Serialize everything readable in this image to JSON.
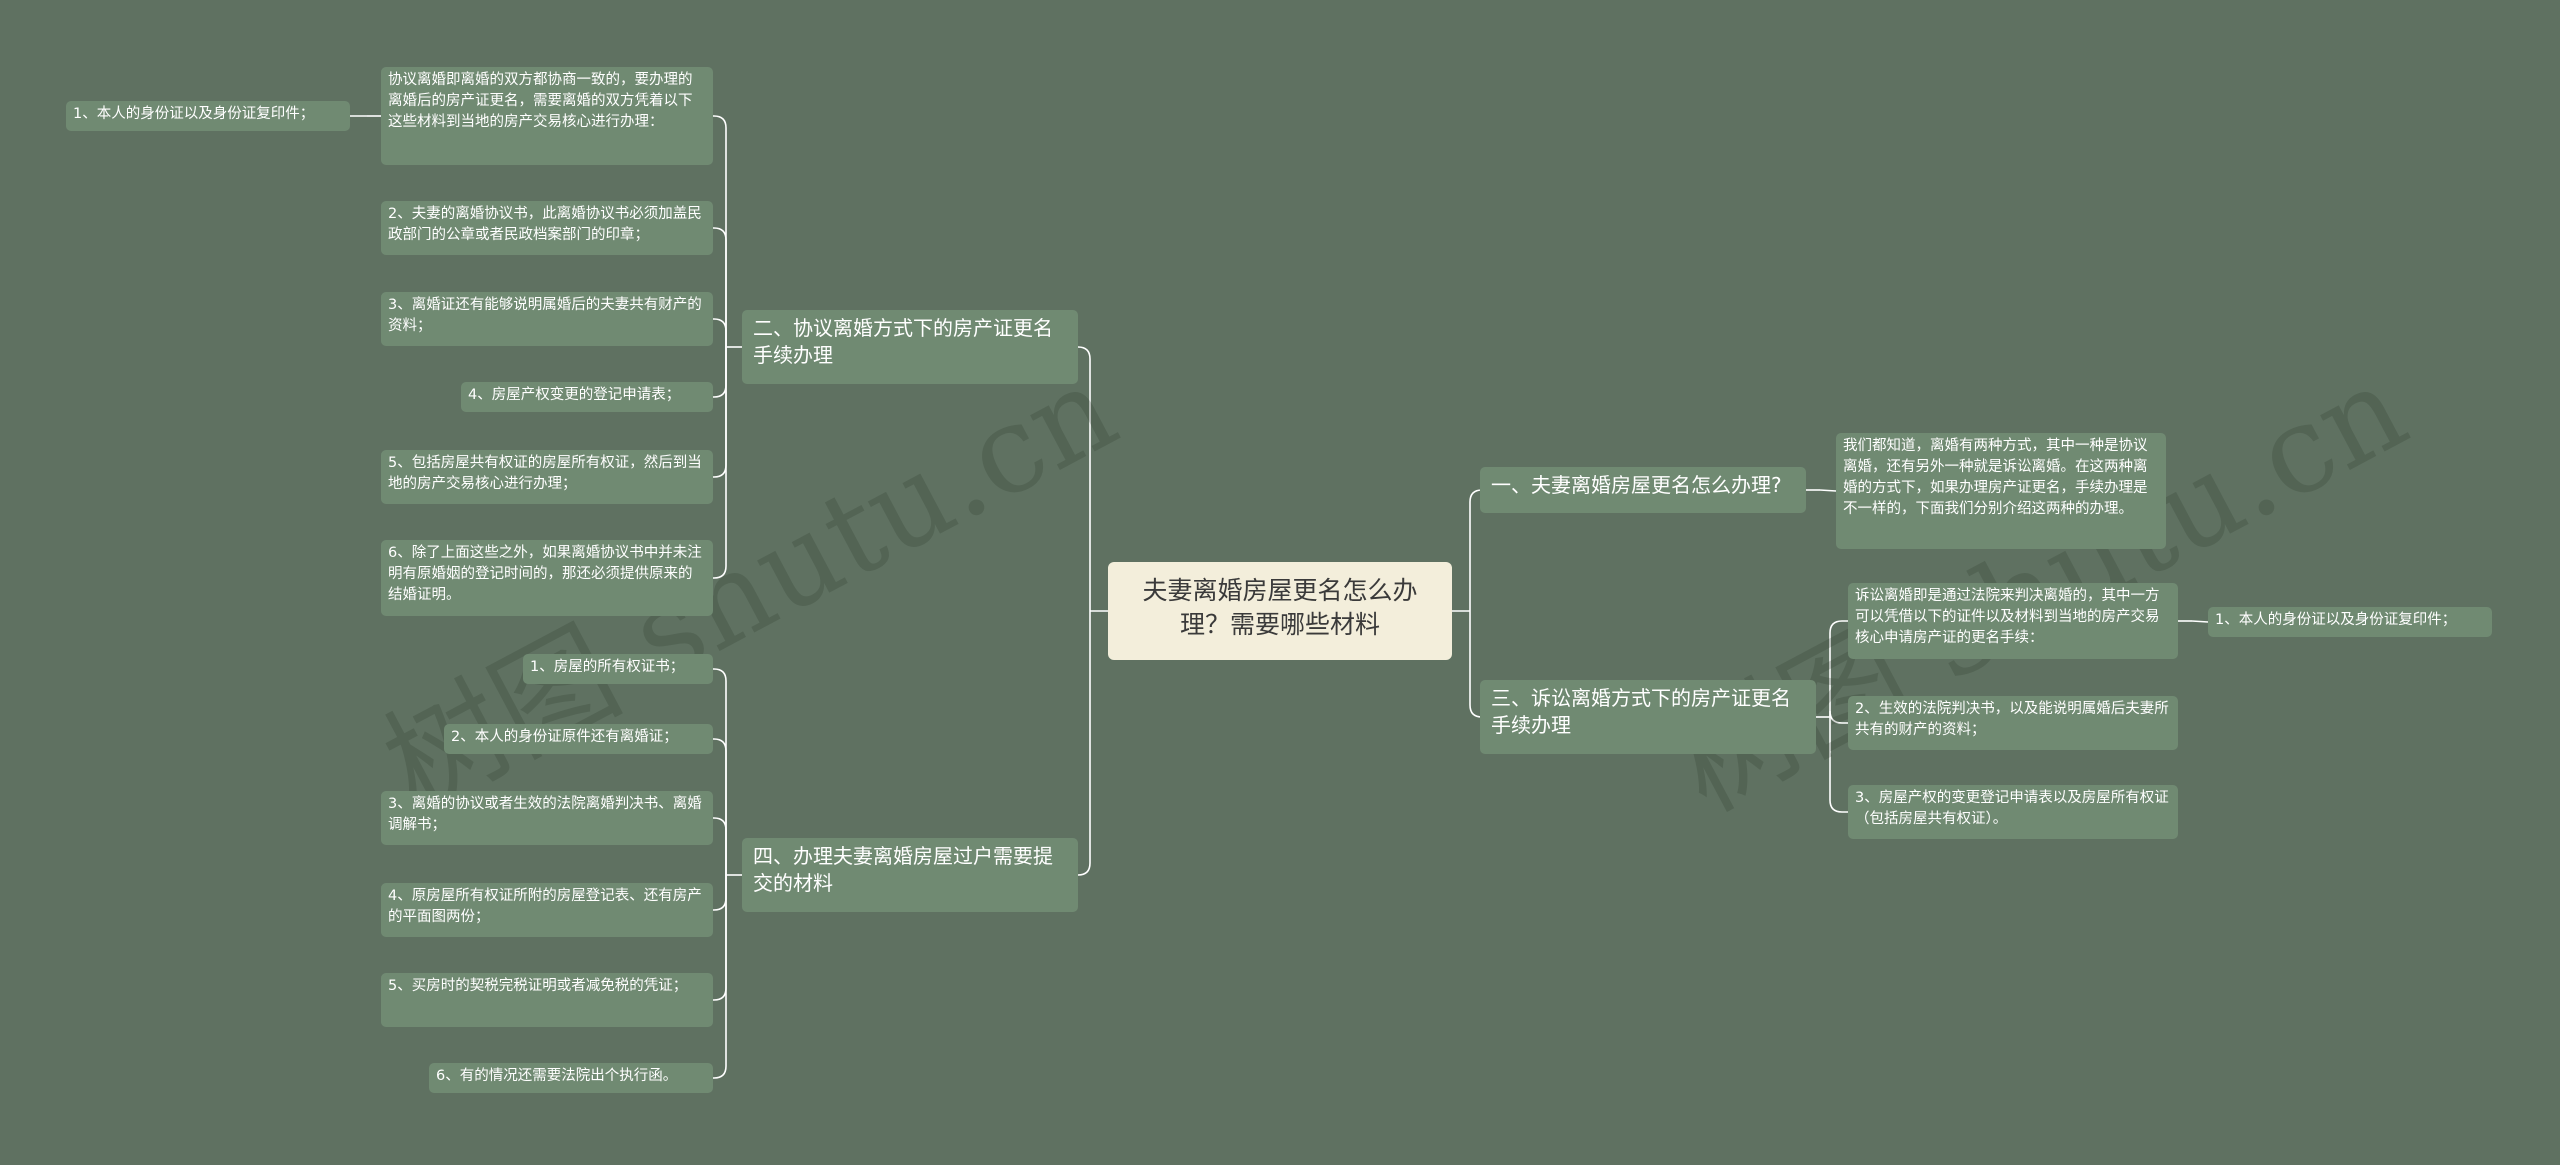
{
  "mindmap": {
    "root": "夫妻离婚房屋更名怎么办理？需要哪些材料",
    "branch1": {
      "title": "一、夫妻离婚房屋更名怎么办理?",
      "text": "我们都知道，离婚有两种方式，其中一种是协议离婚，还有另外一种就是诉讼离婚。在这两种离婚的方式下，如果办理房产证更名，手续办理是不一样的，下面我们分别介绍这两种的办理。"
    },
    "branch2": {
      "title": "二、协议离婚方式下的房产证更名手续办理",
      "items": [
        "协议离婚即离婚的双方都协商一致的，要办理的离婚后的房产证更名，需要离婚的双方凭着以下这些材料到当地的房产交易核心进行办理：",
        "2、夫妻的离婚协议书，此离婚协议书必须加盖民政部门的公章或者民政档案部门的印章；",
        "3、离婚证还有能够说明属婚后的夫妻共有财产的资料；",
        "4、房屋产权变更的登记申请表；",
        "5、包括房屋共有权证的房屋所有权证，然后到当地的房产交易核心进行办理；",
        "6、除了上面这些之外，如果离婚协议书中并未注明有原婚姻的登记时间的，那还必须提供原来的结婚证明。"
      ],
      "sub_item": "1、本人的身份证以及身份证复印件；"
    },
    "branch3": {
      "title": "三、诉讼离婚方式下的房产证更名手续办理",
      "items": [
        "诉讼离婚即是通过法院来判决离婚的，其中一方可以凭借以下的证件以及材料到当地的房产交易核心申请房产证的更名手续：",
        "2、生效的法院判决书，以及能说明属婚后夫妻所共有的财产的资料；",
        "3、房屋产权的变更登记申请表以及房屋所有权证（包括房屋共有权证）。"
      ],
      "sub_item": "1、本人的身份证以及身份证复印件；"
    },
    "branch4": {
      "title": "四、办理夫妻离婚房屋过户需要提交的材料",
      "items": [
        "1、房屋的所有权证书；",
        "2、本人的身份证原件还有离婚证；",
        "3、离婚的协议或者生效的法院离婚判决书、离婚调解书；",
        "4、原房屋所有权证所附的房屋登记表、还有房产的平面图两份；",
        "5、买房时的契税完税证明或者减免税的凭证；",
        "6、有的情况还需要法院出个执行函。"
      ]
    }
  },
  "watermark": [
    "树图 shutu.cn",
    "树图 shutu.cn"
  ],
  "colors": {
    "background": "#5f7161",
    "node": "#708a72",
    "root": "#f3eedb",
    "line": "#ffffff"
  }
}
